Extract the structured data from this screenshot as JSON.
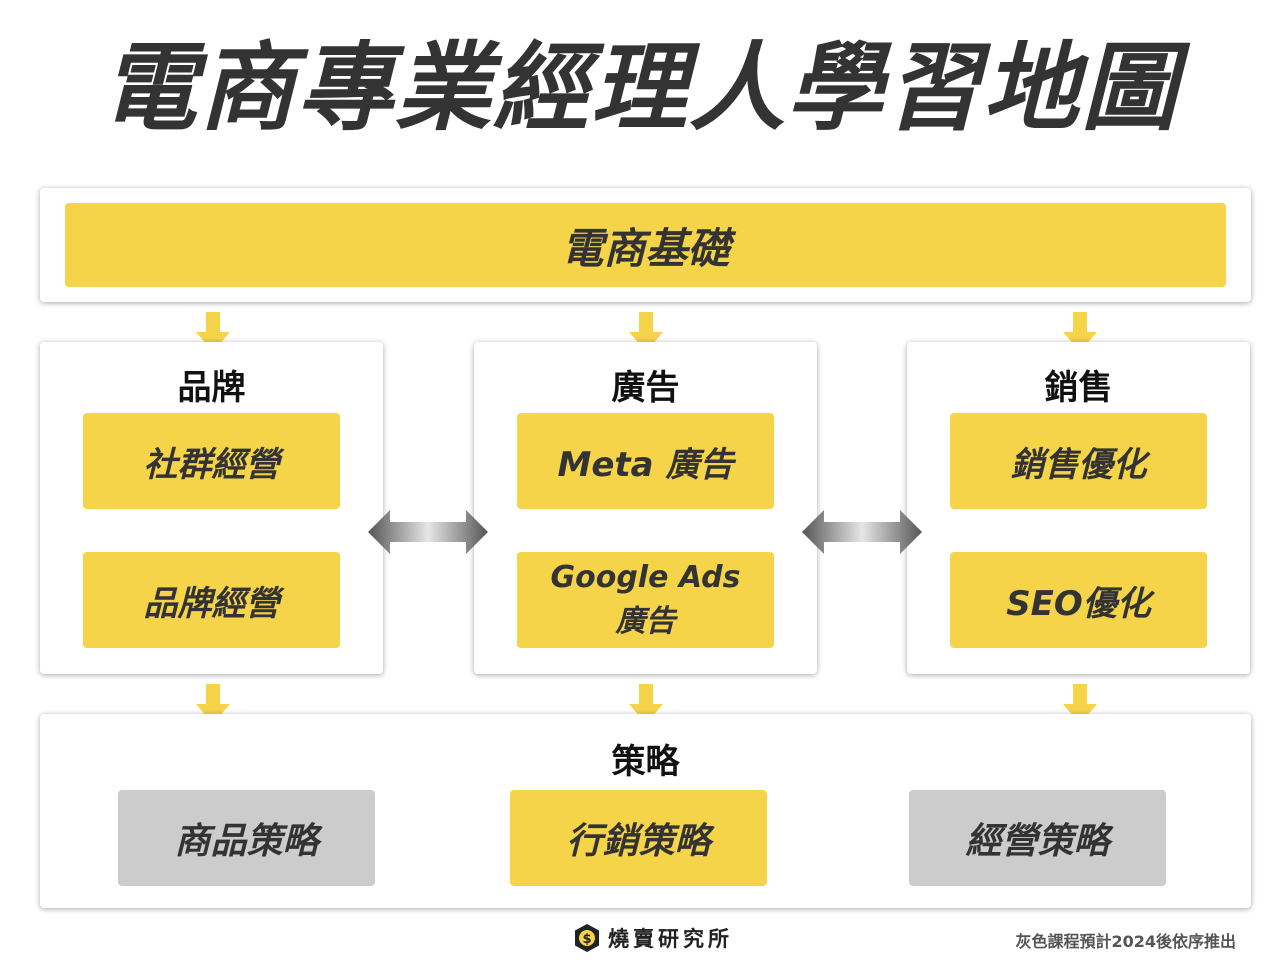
{
  "title": "電商專業經理人學習地圖",
  "foundation": {
    "label": "電商基礎"
  },
  "columns": [
    {
      "heading": "品牌",
      "items": [
        "社群經營",
        "品牌經營"
      ]
    },
    {
      "heading": "廣告",
      "items": [
        "Meta 廣告",
        "Google Ads 廣告"
      ]
    },
    {
      "heading": "銷售",
      "items": [
        "銷售優化",
        "SEO優化"
      ]
    }
  ],
  "strategy": {
    "heading": "策略",
    "items": [
      {
        "label": "商品策略",
        "status": "gray"
      },
      {
        "label": "行銷策略",
        "status": "yellow"
      },
      {
        "label": "經營策略",
        "status": "gray"
      }
    ]
  },
  "footer": {
    "logo_text": "燒賣研究所",
    "note": "灰色課程預計2024後依序推出"
  },
  "colors": {
    "yellow": "#f5d44a",
    "gray": "#cccccc",
    "text": "#333333"
  },
  "icons": {
    "logo": "dollar-shield-icon",
    "connector": "double-arrow-icon",
    "flow": "down-arrow-icon"
  }
}
